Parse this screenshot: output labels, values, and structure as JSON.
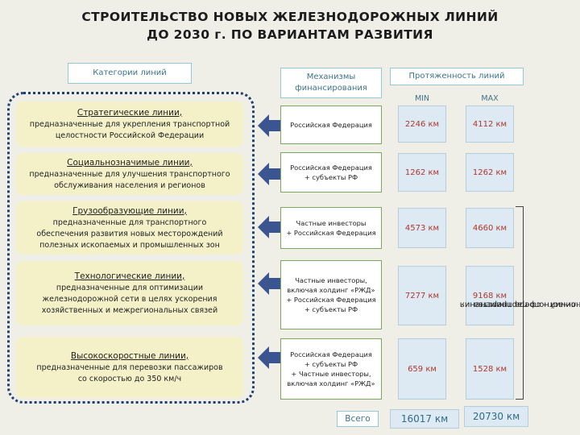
{
  "title": {
    "line1": "СТРОИТЕЛЬСТВО НОВЫХ ЖЕЛЕЗНОДОРОЖНЫХ ЛИНИЙ",
    "line2": "ДО 2030 г. ПО ВАРИАНТАМ РАЗВИТИЯ"
  },
  "headers": {
    "categories": "Категории линий",
    "mechanisms_line1": "Механизмы",
    "mechanisms_line2": "финансирования",
    "length": "Протяженность линий",
    "min": "MIN",
    "max": "MAX"
  },
  "categories": [
    {
      "name": "Стратегические линии,",
      "desc1": "предназначенные для укрепления транспортной",
      "desc2": "целостности Российской Федерации",
      "desc3": ""
    },
    {
      "name": "Социальнозначимые линии,",
      "desc1": "предназначенные для улучшения транспортного",
      "desc2": "обслуживания населения и регионов",
      "desc3": ""
    },
    {
      "name": "Грузообразующие линии,",
      "desc1": "предназначенные для транспортного",
      "desc2": "обеспечения развития новых месторождений",
      "desc3": "полезных ископаемых и промышленных зон"
    },
    {
      "name": "Технологические линии,",
      "desc1": "предназначенные для оптимизации",
      "desc2": "железнодорожной сети в целях ускорения",
      "desc3": "хозяйственных и межрегиональных связей"
    },
    {
      "name": "Высокоскоростные линии,",
      "desc1": "предназначенные для перевозки пассажиров",
      "desc2": "со скоростью до 350 км/ч",
      "desc3": ""
    }
  ],
  "mechanisms": [
    {
      "l1": "Российская Федерация",
      "l2": "",
      "l3": "",
      "l4": ""
    },
    {
      "l1": "Российская Федерация",
      "l2": "+ субъекты РФ",
      "l3": "",
      "l4": ""
    },
    {
      "l1": "Частные инвесторы",
      "l2": "+ Российская Федерация",
      "l3": "",
      "l4": ""
    },
    {
      "l1": "Частные инвесторы,",
      "l2": "включая холдинг «РЖД»",
      "l3": "+ Российская Федерация",
      "l4": "+ субъекты РФ"
    },
    {
      "l1": "Российская Федерация",
      "l2": "+ субъекты РФ",
      "l3": "+ Частные инвесторы,",
      "l4": "включая холдинг «РЖД»"
    }
  ],
  "lengths": [
    {
      "min": "2246 км",
      "max": "4112 км"
    },
    {
      "min": "1262 км",
      "max": "1262 км"
    },
    {
      "min": "4573 км",
      "max": "4660 км"
    },
    {
      "min": "7277 км",
      "max": "9168 км"
    },
    {
      "min": "659 км",
      "max": "1528 км"
    }
  ],
  "ppp_note_line1": "Часть новых линий – сфера применения",
  "ppp_note_line2": "государственно-частного партнерства",
  "totals": {
    "label": "Всего",
    "min": "16017 км",
    "max": "20730 км"
  },
  "colors": {
    "accent": "#3f7486",
    "value_text": "#b0372b",
    "category_bg": "#f4f1c9",
    "mechanism_border": "#7ea85e",
    "value_bg": "#dde9f3",
    "frame": "#1f3f73",
    "arrow": "#3a558f"
  }
}
